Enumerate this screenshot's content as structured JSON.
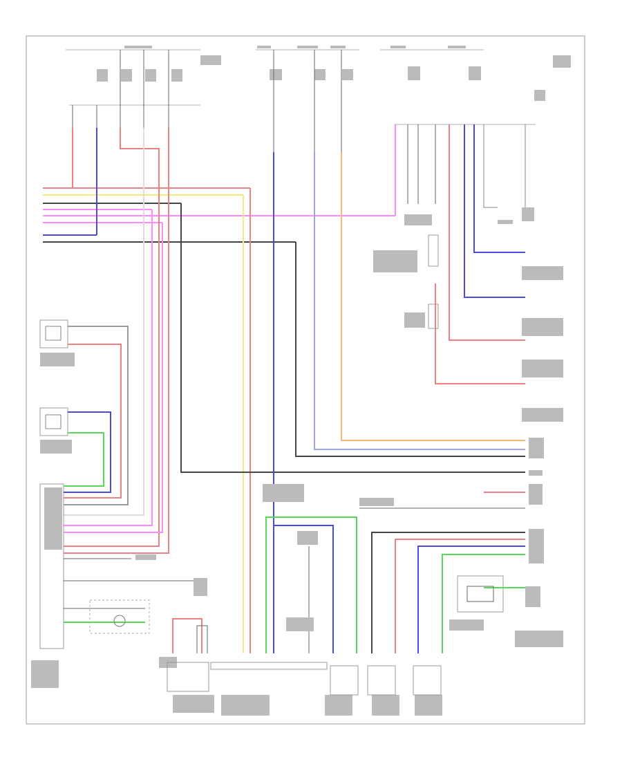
{
  "diagram": {
    "corner_tag": "",
    "sections": [],
    "wire_colors": {
      "red": "#f08080",
      "pink": "#ff88ff",
      "yellow": "#f5e77a",
      "blue": "#4a4adf",
      "light_blue": "#9fa3e8",
      "green": "#58d858",
      "orange": "#f8b878",
      "dark": "#444444",
      "gray": "#bbbbbb"
    },
    "components": [
      {
        "id": "c1",
        "label": ""
      },
      {
        "id": "c2",
        "label": ""
      },
      {
        "id": "c3",
        "label": ""
      },
      {
        "id": "c4",
        "label": ""
      },
      {
        "id": "c5",
        "label": ""
      },
      {
        "id": "c6",
        "label": ""
      },
      {
        "id": "c7",
        "label": ""
      },
      {
        "id": "c8",
        "label": ""
      },
      {
        "id": "c9",
        "label": ""
      },
      {
        "id": "c10",
        "label": ""
      },
      {
        "id": "c11",
        "label": ""
      },
      {
        "id": "c12",
        "label": ""
      },
      {
        "id": "c13",
        "label": ""
      },
      {
        "id": "c14",
        "label": ""
      },
      {
        "id": "c15",
        "label": ""
      },
      {
        "id": "c16",
        "label": ""
      }
    ]
  }
}
